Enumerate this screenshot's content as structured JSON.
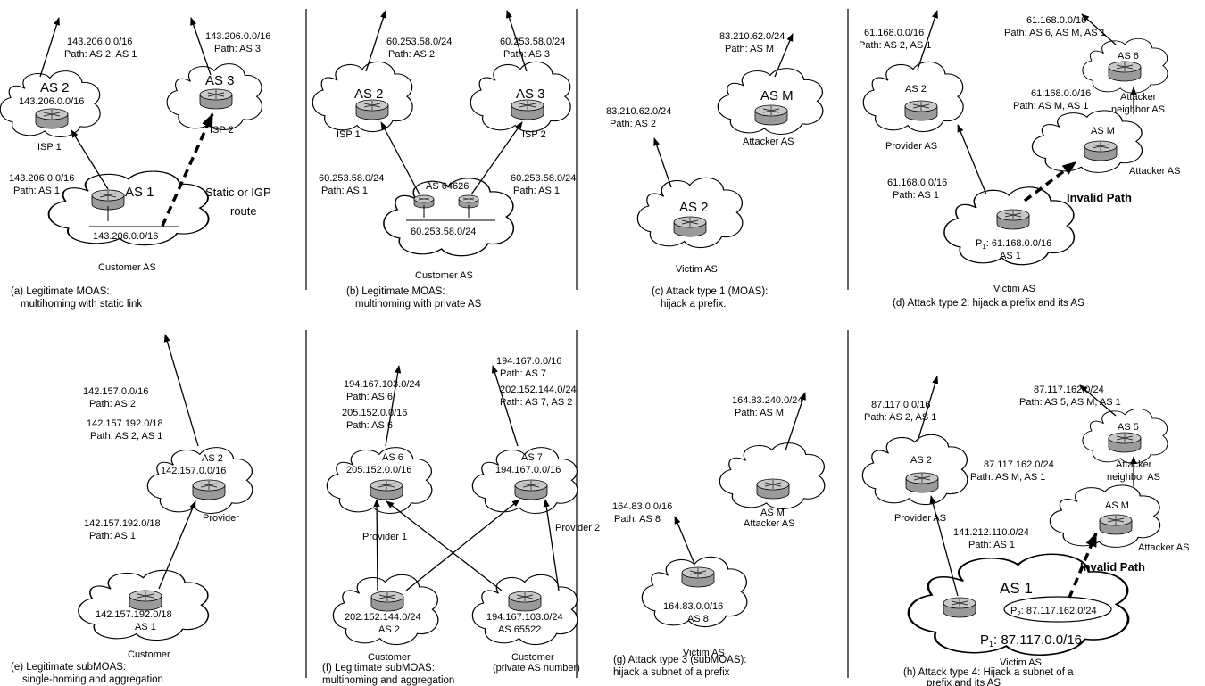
{
  "panel_a": {
    "caption_1": "(a) Legitimate MOAS:",
    "caption_2": "multihoming with static link",
    "ad1_prefix": "143.206.0.0/16",
    "ad1_path": "Path: AS 2, AS 1",
    "ad2_prefix": "143.206.0.0/16",
    "ad2_path": "Path: AS 3",
    "as2_name": "AS 2",
    "as2_prefix": "143.206.0.0/16",
    "isp1": "ISP 1",
    "as3_name": "AS 3",
    "isp2": "ISP 2",
    "ad3_prefix": "143.206.0.0/16",
    "ad3_path": "Path: AS 1",
    "as1_name": "AS 1",
    "as1_prefix": "143.206.0.0/16",
    "static_1": "Static or IGP",
    "static_2": "route",
    "customer": "Customer AS"
  },
  "panel_b": {
    "caption_1": "(b) Legitimate MOAS:",
    "caption_2": "multihoming with private AS",
    "ad1_prefix": "60.253.58.0/24",
    "ad1_path": "Path: AS 2",
    "ad2_prefix": "60.253.58.0/24",
    "ad2_path": "Path: AS 3",
    "as2_name": "AS 2",
    "isp1": "ISP 1",
    "as3_name": "AS 3",
    "isp2": "ISP 2",
    "ad3_prefix": "60.253.58.0/24",
    "ad3_path": "Path: AS 1",
    "ad4_prefix": "60.253.58.0/24",
    "ad4_path": "Path: AS 1",
    "private_as": "AS 64626",
    "cust_prefix": "60.253.58.0/24",
    "customer": "Customer AS"
  },
  "panel_c": {
    "caption_1": "(c) Attack type 1 (MOAS):",
    "caption_2": "hijack a prefix.",
    "adm_prefix": "83.210.62.0/24",
    "adm_path": "Path: AS M",
    "asm_name": "AS M",
    "attacker": "Attacker  AS",
    "ad2_prefix": "83.210.62.0/24",
    "ad2_path": "Path: AS 2",
    "as2_name": "AS 2",
    "victim": "Victim AS"
  },
  "panel_d": {
    "caption": "(d) Attack type 2: hijack a prefix and its AS",
    "ad1_prefix": "61.168.0.0/16",
    "ad1_path": "Path: AS 2, AS 1",
    "ad6_prefix": "61.168.0.0/16",
    "ad6_path": "Path: AS 6, AS M, AS 1",
    "as2_name": "AS 2",
    "provider": "Provider AS",
    "as6_name": "AS 6",
    "neighbor_1": "Attacker",
    "neighbor_2": "neighbor AS",
    "adm_prefix": "61.168.0.0/16",
    "adm_path": "Path: AS M, AS 1",
    "asm_name": "AS M",
    "attacker": "Attacker  AS",
    "ad3_prefix": "61.168.0.0/16",
    "ad3_path": "Path: AS 1",
    "invalid": "Invalid Path",
    "p1_label": "P",
    "p1_sub": "1",
    "p1_value": ": 61.168.0.0/16",
    "as1_name": "AS 1",
    "victim": "Victim AS"
  },
  "panel_e": {
    "caption_1": "(e)  Legitimate subMOAS:",
    "caption_2": "single-homing and aggregation",
    "ad1_prefix": "142.157.0.0/16",
    "ad1_path": "Path: AS 2",
    "ad2_prefix": "142.157.192.0/18",
    "ad2_path": "Path: AS 2, AS 1",
    "as2_name": "AS 2",
    "as2_prefix": "142.157.0.0/16",
    "provider": "Provider",
    "ad3_prefix": "142.157.192.0/18",
    "ad3_path": "Path: AS 1",
    "as1_prefix": "142.157.192.0/18",
    "as1_name": "AS 1",
    "customer": "Customer"
  },
  "panel_f": {
    "caption_1": "(f) Legitimate subMOAS:",
    "caption_2": "multihoming and aggregation",
    "ad6a_prefix": "194.167.103.0/24",
    "ad6a_path": "Path: AS 6",
    "ad6b_prefix": "205.152.0.0/16",
    "ad6b_path": "Path: AS 6",
    "ad7a_prefix": "194.167.0.0/16",
    "ad7a_path": "Path: AS 7",
    "ad7b_prefix": "202.152.144.0/24",
    "ad7b_path": "Path: AS 7, AS 2",
    "as6_name": "AS 6",
    "as6_prefix": "205.152.0.0/16",
    "provider1": "Provider 1",
    "as7_name": "AS 7",
    "as7_prefix": "194.167.0.0/16",
    "provider2": "Provider 2",
    "c1_prefix": "202.152.144.0/24",
    "c1_name": "AS 2",
    "customer1": "Customer",
    "c2_prefix": "194.167.103.0/24",
    "c2_name": "AS 65522",
    "customer2_1": "Customer",
    "customer2_2": "(private AS number)"
  },
  "panel_g": {
    "caption_1": "(g) Attack type 3 (subMOAS):",
    "caption_2": "hijack a subnet of a prefix",
    "adm_prefix": "164.83.240.0/24",
    "adm_path": "Path: AS M",
    "asm_name": "AS M",
    "attacker": "Attacker  AS",
    "ad8_prefix": "164.83.0.0/16",
    "ad8_path": "Path: AS 8",
    "as8_prefix": "164.83.0.0/16",
    "as8_name": "AS 8",
    "victim": "Victim AS"
  },
  "panel_h": {
    "caption_1": "(h) Attack type 4: Hijack a subnet of a",
    "caption_2": "prefix and its AS",
    "ad1_prefix": "87.117.0.0/16",
    "ad1_path": "Path: AS 2, AS 1",
    "ad5_prefix": "87.117.162.0/24",
    "ad5_path": "Path: AS 5, AS M, AS 1",
    "as2_name": "AS 2",
    "provider": "Provider AS",
    "as5_name": "AS 5",
    "neighbor_1": "Attacker",
    "neighbor_2": "neighbor AS",
    "adm_prefix": "87.117.162.0/24",
    "adm_path": "Path: AS M, AS 1",
    "asm_name": "AS M",
    "attacker": "Attacker  AS",
    "ad3_prefix": "141.212.110.0/24",
    "ad3_path": "Path: AS 1",
    "invalid": "Invalid Path",
    "as1_name": "AS 1",
    "p2_label": "P",
    "p2_sub": "2",
    "p2_value": ": 87.117.162.0/24",
    "p1_label": "P",
    "p1_sub": "1",
    "p1_value": ": 87.117.0.0/16",
    "victim": "Victim AS"
  }
}
